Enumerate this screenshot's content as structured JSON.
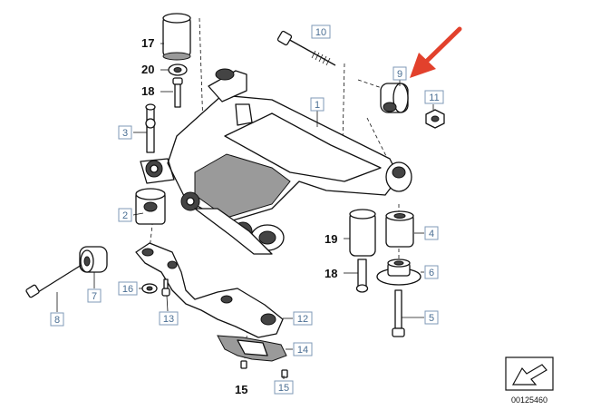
{
  "labels": {
    "l1": "1",
    "l2": "2",
    "l3": "3",
    "l4": "4",
    "l5": "5",
    "l6": "6",
    "l7": "7",
    "l8": "8",
    "l9": "9",
    "l10": "10",
    "l11": "11",
    "l12": "12",
    "l13": "13",
    "l14": "14",
    "l15_box": "15",
    "l15_plain": "15",
    "l16": "16",
    "l17": "17",
    "l18_top": "18",
    "l18_bottom": "18",
    "l19": "19",
    "l20": "20"
  },
  "diagram_code": "00125460",
  "colors": {
    "arrow": "#e2412c",
    "label_box": "#7f9ab7",
    "label_text": "#4a6e93"
  }
}
